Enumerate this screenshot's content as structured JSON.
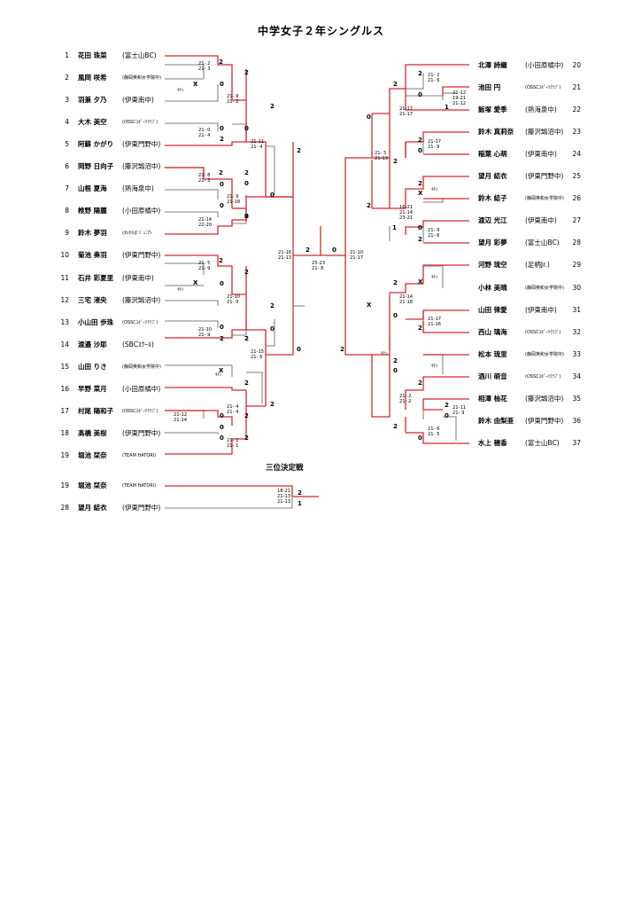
{
  "title": "中学女子２年シングルス",
  "third_place_title": "三位決定戦",
  "left_players": [
    {
      "num": "1",
      "name": "花田 珠菜",
      "club": "(富士山BC)"
    },
    {
      "num": "2",
      "name": "風岡 咲希",
      "club": "(静岡英和女学院中)"
    },
    {
      "num": "3",
      "name": "羽兼 夕乃",
      "club": "(伊東南中)"
    },
    {
      "num": "4",
      "name": "大木 美空",
      "club": "(OSSCｽﾎﾟｰﾂｸﾗﾌﾞ)"
    },
    {
      "num": "5",
      "name": "阿蘇 かがり",
      "club": "(伊東門野中)"
    },
    {
      "num": "6",
      "name": "岡野 日向子",
      "club": "(藤沢鵠沼中)"
    },
    {
      "num": "7",
      "name": "山根 夏海",
      "club": "(熱海泉中)"
    },
    {
      "num": "8",
      "name": "椎野 陽麗",
      "club": "(小田原橘中)"
    },
    {
      "num": "9",
      "name": "鈴木 夢羽",
      "club": "(わかば ｼﾞｭﾆｱ)"
    },
    {
      "num": "10",
      "name": "菊池 奏羽",
      "club": "(伊東門野中)"
    },
    {
      "num": "11",
      "name": "石井 彩夏里",
      "club": "(伊東南中)"
    },
    {
      "num": "12",
      "name": "三宅 渚央",
      "club": "(藤沢鵠沼中)"
    },
    {
      "num": "13",
      "name": "小山田 歩珠",
      "club": "(OSSCｽﾎﾟｰﾂｸﾗﾌﾞ)"
    },
    {
      "num": "14",
      "name": "渡邉 沙耶",
      "club": "(SBCｽｸｰﾙ)"
    },
    {
      "num": "15",
      "name": "山田 りさ",
      "club": "(静岡英和女学院中)"
    },
    {
      "num": "16",
      "name": "早野 菜月",
      "club": "(小田原橘中)"
    },
    {
      "num": "17",
      "name": "村尾 陽和子",
      "club": "(OSSCｽﾎﾟｰﾂｸﾗﾌﾞ)"
    },
    {
      "num": "18",
      "name": "髙橋 美桜",
      "club": "(伊東門野中)"
    },
    {
      "num": "19",
      "name": "堀池 栞奈",
      "club": "(TEAM HATORI)"
    }
  ],
  "right_players": [
    {
      "num": "20",
      "name": "北澤 詩織",
      "club": "(小田原橘中)"
    },
    {
      "num": "21",
      "name": "池田 円",
      "club": "(OSSCｽﾎﾟｰﾂｸﾗﾌﾞ)"
    },
    {
      "num": "22",
      "name": "飯塚 愛季",
      "club": "(熱海泉中)"
    },
    {
      "num": "23",
      "name": "鈴木 真莉奈",
      "club": "(藤沢鵠沼中)"
    },
    {
      "num": "24",
      "name": "稲葉 心萌",
      "club": "(伊東南中)"
    },
    {
      "num": "25",
      "name": "望月 結衣",
      "club": "(伊東門野中)"
    },
    {
      "num": "26",
      "name": "鈴木 結子",
      "club": "(静岡英和女学院中)"
    },
    {
      "num": "27",
      "name": "渡辺 光江",
      "club": "(伊東南中)"
    },
    {
      "num": "28",
      "name": "望月 彩夢",
      "club": "(富士山BC)"
    },
    {
      "num": "29",
      "name": "河野 琉空",
      "club": "(足柄Jr.)"
    },
    {
      "num": "30",
      "name": "小林 美晴",
      "club": "(静岡英和女学院中)"
    },
    {
      "num": "31",
      "name": "山田 徠愛",
      "club": "(伊東南中)"
    },
    {
      "num": "32",
      "name": "西山 璃海",
      "club": "(OSSCｽﾎﾟｰﾂｸﾗﾌﾞ)"
    },
    {
      "num": "33",
      "name": "松本 琉里",
      "club": "(静岡英和女学院中)"
    },
    {
      "num": "34",
      "name": "酒川 萌音",
      "club": "(OSSCｽﾎﾟｰﾂｸﾗﾌﾞ)"
    },
    {
      "num": "35",
      "name": "相澤 柚花",
      "club": "(藤沢鵠沼中)"
    },
    {
      "num": "36",
      "name": "鈴木 由梨亜",
      "club": "(伊東門野中)"
    },
    {
      "num": "37",
      "name": "水上 穂香",
      "club": "(富士山BC)"
    }
  ],
  "third_place_players": [
    {
      "num": "19",
      "name": "堀池 栞奈",
      "club": "(TEAM HATORI)"
    },
    {
      "num": "28",
      "name": "望月 結衣",
      "club": "(伊東門野中)"
    }
  ],
  "scores": {
    "l_a": "21- 2\n21- 3",
    "l_b": "21- 9\n21- 2",
    "l_c": "21- 0\n21- 4",
    "l_d": "21-11\n21- 4",
    "l_e": "21- 8\n21- 3",
    "l_f": "21- 9\n21-18",
    "l_g": "21-14\n22-20",
    "l_h": "21-16\n21-13",
    "l_i": "21- 5\n21- 9",
    "l_j": "21-10\n21- 9",
    "l_k": "21-10\n21- 9",
    "l_l": "21-15\n21- 6",
    "l_m": "21- 4\n21- 4",
    "l_n": "21-12\n21-14",
    "l_o": "21- 1\n21- 1",
    "final": "25-23\n21- 8",
    "r_a": "21- 2\n21- 6",
    "r_b": "21-12\n19-21\n21-12",
    "r_c": "21-17\n21-17",
    "r_d": "21-17\n21- 9",
    "r_e": "21- 5\n21-13",
    "r_f": "16-21\n21-14\n23-21",
    "r_g": "21- 9\n21- 6",
    "r_h": "21-10\n21-17",
    "r_i": "21-14\n21-18",
    "r_j": "21-17\n21-16",
    "r_k": "21- 2\n21- 2",
    "r_l": "21-11\n21- 9",
    "r_m": "21- 6\n21- 5",
    "third": "18-21\n21-13\n21-13"
  },
  "results": {
    "l1w": "2",
    "l1l": "X",
    "l2w": "2",
    "l2l": "0",
    "l3w": "0",
    "l3l": "2",
    "l4w": "2",
    "l4l": "0",
    "l5w": "2",
    "l5l": "0",
    "l6w": "2",
    "l6l": "0",
    "l7w": "2",
    "l7l": "0",
    "l8w": "0",
    "l8l": "2",
    "l9w": "2",
    "l9l": "X",
    "l10w": "2",
    "l10l": "0",
    "l11w": "0",
    "l11l": "2",
    "l12w": "2",
    "l12l": "0",
    "l13w": "X",
    "l13l": "2",
    "l14w": "2",
    "l14l": "0",
    "l15w": "0",
    "l15l": "2",
    "l16w": "2",
    "l16l": "0",
    "l17w": "0",
    "l17l": "2",
    "l18w": "2",
    "l18l": "0",
    "fw": "2",
    "fl": "0",
    "r1": "2",
    "r2": "0",
    "r3": "2",
    "r4": "1",
    "r5": "0",
    "r6": "2",
    "r7": "0",
    "r8": "2",
    "r9": "2",
    "r10": "X",
    "r11": "1",
    "r12": "2",
    "r13": "0",
    "r14": "2",
    "r15": "X",
    "r16": "2",
    "r17": "0",
    "r18": "2",
    "r19": "X",
    "r20": "2",
    "r21": "0",
    "r22": "2",
    "r23": "0",
    "r24": "2",
    "r25": "2",
    "r26": "0",
    "r27": "2",
    "t1": "2",
    "t2": "1"
  },
  "notes": {
    "kiken": "ｷｹﾝ"
  }
}
